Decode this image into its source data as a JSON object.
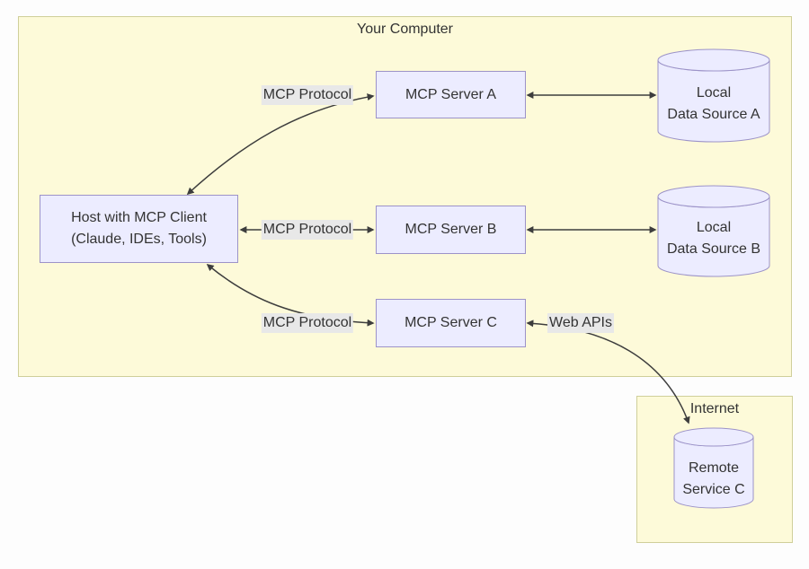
{
  "clusters": {
    "your_computer": {
      "title": "Your Computer"
    },
    "internet": {
      "title": "Internet"
    }
  },
  "nodes": {
    "host": {
      "lines": [
        "Host with MCP Client",
        "(Claude, IDEs, Tools)"
      ]
    },
    "server_a": {
      "label": "MCP Server A"
    },
    "server_b": {
      "label": "MCP Server B"
    },
    "server_c": {
      "label": "MCP Server C"
    },
    "data_a": {
      "lines": [
        "Local",
        "Data Source A"
      ]
    },
    "data_b": {
      "lines": [
        "Local",
        "Data Source B"
      ]
    },
    "remote_c": {
      "lines": [
        "Remote",
        "Service C"
      ]
    }
  },
  "edge_labels": {
    "protocol_a": "MCP Protocol",
    "protocol_b": "MCP Protocol",
    "protocol_c": "MCP Protocol",
    "web_apis": "Web APIs"
  },
  "colors": {
    "cluster_fill": "#fdfad9",
    "cluster_border": "#cfcf9a",
    "node_fill": "#ececff",
    "node_border": "#9c93c8",
    "edge_label_bg": "#e8e8e8",
    "text": "#333333",
    "arrow": "#3d3d3d"
  }
}
